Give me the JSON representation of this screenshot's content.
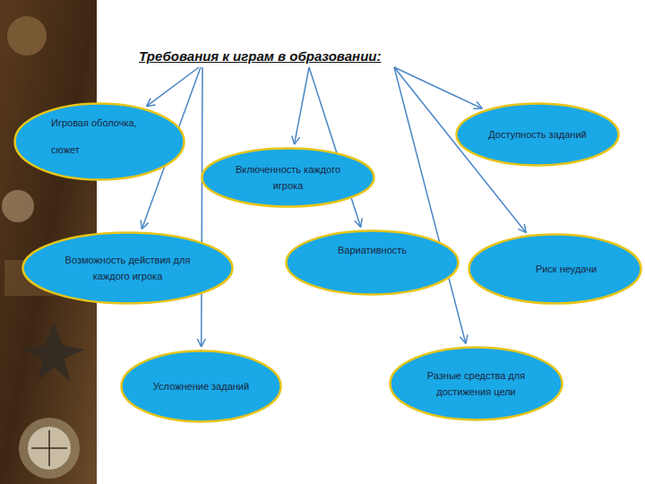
{
  "diagram": {
    "title": "Требования к играм в образовании:",
    "nodes": [
      {
        "text": [
          "Игровая оболочка, сюжет"
        ]
      },
      {
        "text": [
          "Доступность заданий"
        ]
      },
      {
        "text": [
          "Включенность каждого игрока"
        ]
      },
      {
        "text": [
          "Возможность действия для каждого игрока"
        ]
      },
      {
        "text": [
          "Вариативность"
        ]
      },
      {
        "text": [
          "Риск неудачи"
        ]
      },
      {
        "text": [
          "Усложнение заданий"
        ]
      },
      {
        "text": [
          "Разные средства для достижения цели"
        ]
      }
    ]
  }
}
